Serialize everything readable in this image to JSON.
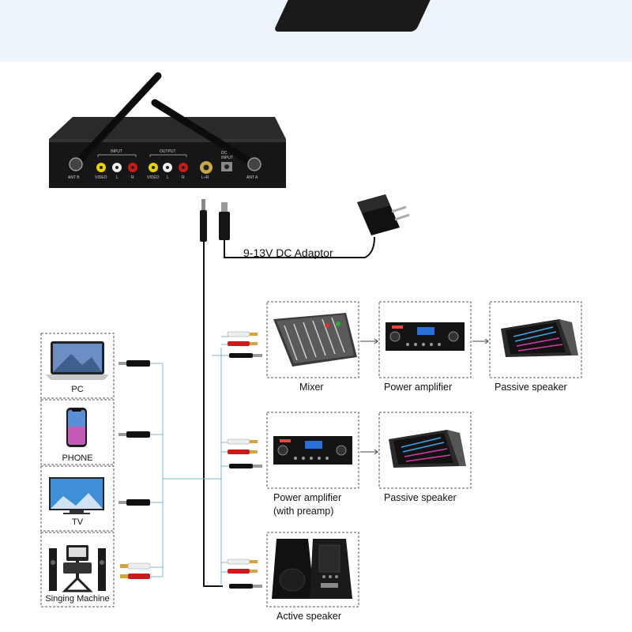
{
  "adaptor_label": "9-13V DC Adaptor",
  "receiver": {
    "ant_b": "ANT B",
    "ant_a": "ANT A",
    "input": "INPUT",
    "output": "OUTPUT",
    "dc_input": "DC INPUT",
    "video_in": "VIDEO",
    "l_in": "L",
    "r_in": "R",
    "video_out": "VIDEO",
    "l_out": "L",
    "r_out": "R",
    "lr": "L+R"
  },
  "sources": [
    {
      "label": "PC",
      "icon": "laptop-icon"
    },
    {
      "label": "PHONE",
      "icon": "phone-icon"
    },
    {
      "label": "TV",
      "icon": "tv-icon"
    },
    {
      "label": "Singing Machine",
      "icon": "karaoke-machine-icon"
    }
  ],
  "row1": {
    "mixer": "Mixer",
    "power_amp": "Power amplifier",
    "speaker": "Passive speaker"
  },
  "row2": {
    "amp_line1": "Power amplifier",
    "amp_line2": "(with preamp)",
    "speaker": "Passive speaker"
  },
  "row3": {
    "active": "Active speaker"
  }
}
